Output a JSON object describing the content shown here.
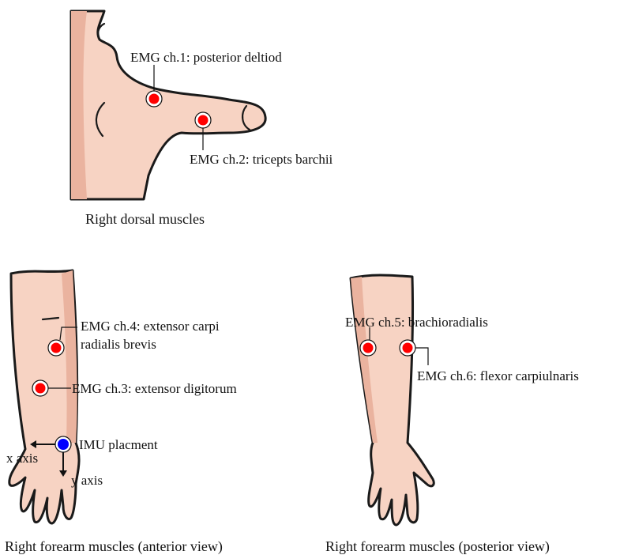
{
  "colors": {
    "skin": "#f7d3c3",
    "skin_shadow": "#eab39f",
    "emg_marker": "#ff0000",
    "imu_marker": "#0000ff"
  },
  "icons": {
    "emg": "red-dot-electrode-icon",
    "imu": "blue-dot-sensor-icon"
  },
  "panels": {
    "dorsal": {
      "caption": "Right dorsal muscles",
      "emg1": "EMG ch.1: posterior deltiod",
      "emg2": "EMG ch.2: tricepts barchii"
    },
    "anterior": {
      "caption": "Right forearm muscles (anterior view)",
      "emg4_line1": "EMG ch.4: extensor carpi",
      "emg4_line2": "radialis brevis",
      "emg3": "EMG ch.3: extensor digitorum",
      "imu": "IMU placment",
      "x_axis": "x axis",
      "y_axis": "y axis"
    },
    "posterior": {
      "caption": "Right forearm muscles   (posterior view)",
      "emg5": "EMG ch.5: brachioradialis",
      "emg6": "EMG ch.6: flexor carpiulnaris"
    }
  }
}
